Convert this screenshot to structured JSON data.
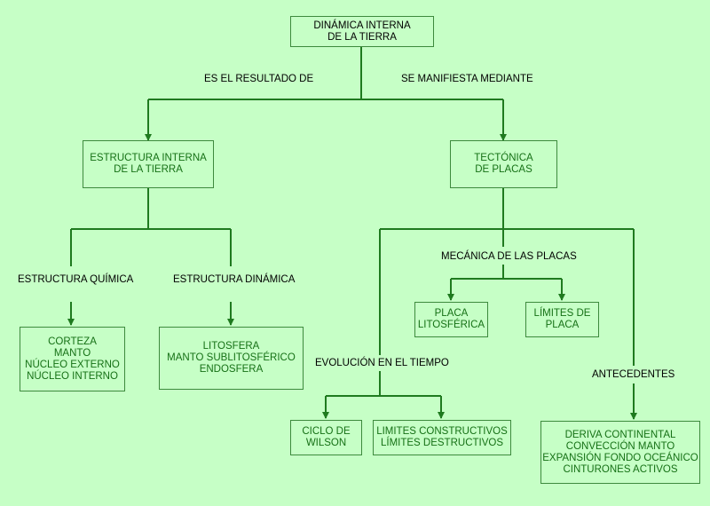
{
  "colors": {
    "background": "#c6ffc6",
    "line": "#1f7a1f",
    "box_border": "#3d8a3d",
    "concept_text": "#167016"
  },
  "root": {
    "lines": [
      "DINÁMICA INTERNA",
      "DE LA TIERRA"
    ]
  },
  "links": {
    "resultado": "ES EL RESULTADO DE",
    "manifiesta": "SE MANIFIESTA MEDIANTE",
    "quimica": "ESTRUCTURA QUÍMICA",
    "dinamica": "ESTRUCTURA DINÁMICA",
    "mecanica": "MECÁNICA DE LAS PLACAS",
    "evolucion": "EVOLUCIÓN EN EL TIEMPO",
    "antecedentes": "ANTECEDENTES"
  },
  "nodes": {
    "estructura": {
      "lines": [
        "ESTRUCTURA INTERNA",
        "DE LA TIERRA"
      ]
    },
    "tectonica": {
      "lines": [
        "TECTÓNICA",
        "DE PLACAS"
      ]
    },
    "quimica": {
      "lines": [
        "CORTEZA",
        "MANTO",
        "NÚCLEO EXTERNO",
        "NÚCLEO INTERNO"
      ]
    },
    "dinamica": {
      "lines": [
        "LITOSFERA",
        "MANTO SUBLITOSFÉRICO",
        "ENDOSFERA"
      ]
    },
    "placa": {
      "lines": [
        "PLACA",
        "LITOSFÉRICA"
      ]
    },
    "limites": {
      "lines": [
        "LÍMITES DE",
        "PLACA"
      ]
    },
    "wilson": {
      "lines": [
        "CICLO DE",
        "WILSON"
      ]
    },
    "constructivos": {
      "lines": [
        "LIMITES CONSTRUCTIVOS",
        "LÍMITES DESTRUCTIVOS"
      ]
    },
    "deriva": {
      "lines": [
        "DERIVA CONTINENTAL",
        "CONVECCIÓN MANTO",
        "EXPANSIÓN FONDO OCEÁNICO",
        "CINTURONES ACTIVOS"
      ]
    }
  }
}
